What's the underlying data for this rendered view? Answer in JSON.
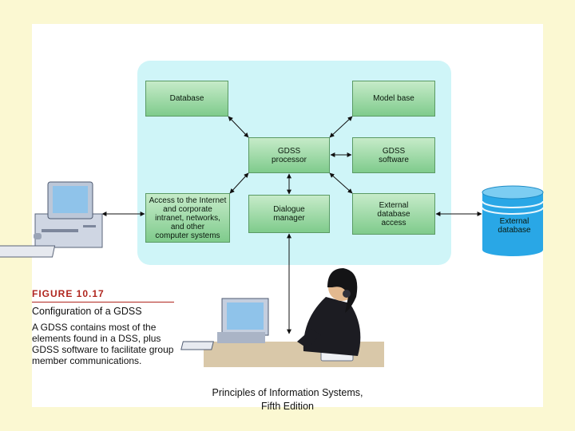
{
  "diagram": {
    "boxes": {
      "database": "Database",
      "model_base": "Model base",
      "gdss_processor": "GDSS\nprocessor",
      "gdss_software": "GDSS\nsoftware",
      "access": "Access to the Internet\nand corporate\nintranet, networks,\nand other\ncomputer systems",
      "dialogue_manager": "Dialogue\nmanager",
      "external_access": "External\ndatabase\naccess"
    },
    "external_database": "External\ndatabase",
    "colors": {
      "panel": "#cff5f8",
      "box": "#9ad9a4",
      "cylinder": "#29a7e6"
    }
  },
  "caption": {
    "figure": "FIGURE 10.17",
    "subtitle": "Configuration of a GDSS",
    "body": "A GDSS contains most of the elements found in a DSS, plus GDSS software to facilitate group member communications."
  },
  "footer": {
    "line1": "Principles of Information Systems,",
    "line2": "Fifth Edition"
  }
}
